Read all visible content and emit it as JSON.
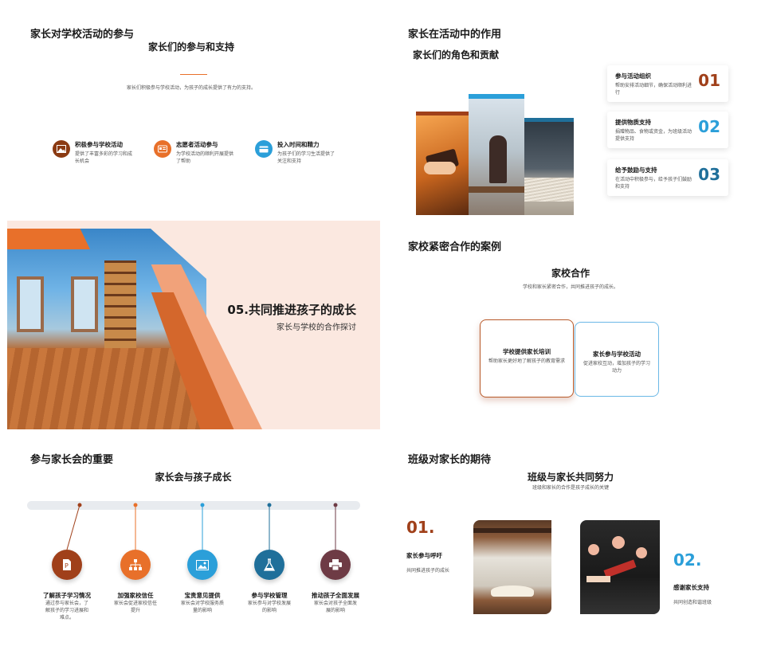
{
  "s1": {
    "title": "家长对学校活动的参与",
    "subtitle": "家长们的参与和支持",
    "desc": "家长们积极参与学校活动，为孩子的成长提供了有力的支持。",
    "items": [
      {
        "title": "积极参与学校活动",
        "text": "提供了丰富多彩的学习和成长机会",
        "icon": "image-icon",
        "color": "#8b3a12"
      },
      {
        "title": "志愿者活动参与",
        "text": "为学校活动的顺利开展提供了帮助",
        "icon": "id-card-icon",
        "color": "#e8702a"
      },
      {
        "title": "投入时间和精力",
        "text": "为孩子们的学习生活提供了关注和支持",
        "icon": "wallet-icon",
        "color": "#2b9fd9"
      }
    ]
  },
  "s2": {
    "title": "家长在活动中的作用",
    "subtitle": "家长们的角色和贡献",
    "cards": [
      {
        "title": "参与活动组织",
        "text": "帮助安排活动细节，确保活动顺利进行",
        "num": "01",
        "color": "#a0401a"
      },
      {
        "title": "提供物质支持",
        "text": "捐赠物品、食物或资金，为班级活动提供支持",
        "num": "02",
        "color": "#2b9fd9"
      },
      {
        "title": "给予鼓励与支持",
        "text": "在活动中积极参与，给予孩子们鼓励和支持",
        "num": "03",
        "color": "#1f6f9a"
      }
    ]
  },
  "s3": {
    "title": "05.共同推进孩子的成长",
    "subtitle": "家长与学校的合作探讨"
  },
  "s4": {
    "title": "家校紧密合作的案例",
    "subtitle": "家校合作",
    "desc": "学校和家长紧密合作，共同推进孩子的成长。",
    "boxes": [
      {
        "title": "学校提供家长培训",
        "text": "帮助家长更好地了解孩子的教育需求"
      },
      {
        "title": "家长参与学校活动",
        "text": "促进家校互动，增加孩子的学习动力"
      }
    ]
  },
  "s5": {
    "title": "参与家长会的重要",
    "subtitle": "家长会与孩子成长",
    "items": [
      {
        "title": "了解孩子学习情况",
        "text": "通过参与家长会，了解孩子的学习进展和难点。",
        "icon": "document-icon",
        "color": "#a0401a"
      },
      {
        "title": "加强家校信任",
        "text": "家长会促进家校信任提升",
        "icon": "org-chart-icon",
        "color": "#e8702a"
      },
      {
        "title": "宝贵意见提供",
        "text": "家长会对学校服务质量的影响",
        "icon": "picture-icon",
        "color": "#2b9fd9"
      },
      {
        "title": "参与学校管理",
        "text": "家长参与对学校发展的影响",
        "icon": "flask-icon",
        "color": "#1f6f9a"
      },
      {
        "title": "推动孩子全面发展",
        "text": "家长会对孩子全面发展的影响",
        "icon": "printer-icon",
        "color": "#6e3b45"
      }
    ]
  },
  "s6": {
    "title": "班级对家长的期待",
    "subtitle": "班级与家长共同努力",
    "desc": "班级和家长的合作是孩子成长的关键",
    "left": {
      "num": "01.",
      "title": "家长参与呼吁",
      "text": "共同推进孩子的成长"
    },
    "right": {
      "num": "02.",
      "title": "感谢家长支持",
      "text": "共同创造和谐班级"
    }
  }
}
